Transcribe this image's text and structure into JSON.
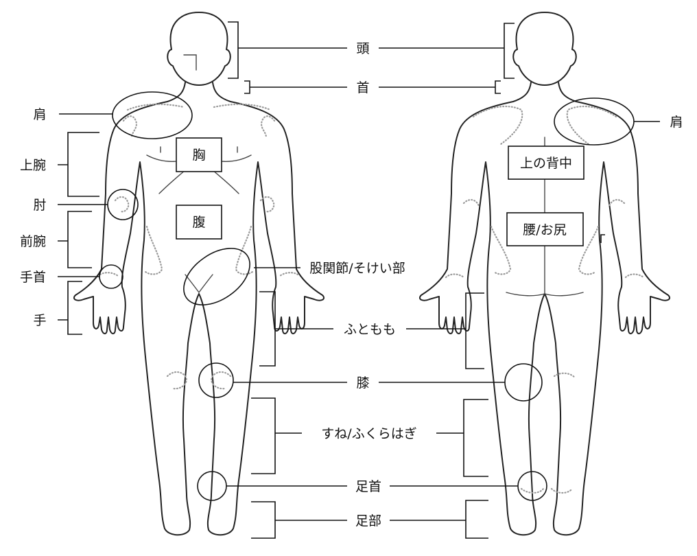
{
  "labels": {
    "head": "頭",
    "neck": "首",
    "shoulder_front": "肩",
    "shoulder_back": "肩",
    "upper_arm": "上腕",
    "elbow": "肘",
    "forearm": "前腕",
    "wrist": "手首",
    "hand": "手",
    "chest": "胸",
    "abdomen": "腹",
    "hip_joint": "股関節/そけい部",
    "thigh": "ふともも",
    "knee": "膝",
    "shin_calf": "すね/ふくらはぎ",
    "ankle": "足首",
    "foot": "足部",
    "upper_back": "上の背中",
    "lower_back": "腰/お尻"
  }
}
